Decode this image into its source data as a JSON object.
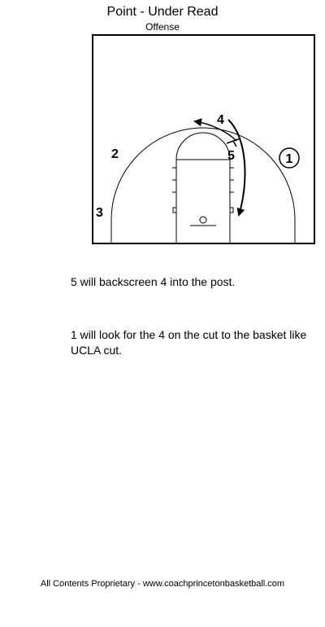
{
  "header": {
    "title": "Point - Under Read",
    "subtitle": "Offense"
  },
  "diagram": {
    "players": {
      "p1": "1",
      "p2": "2",
      "p3": "3",
      "p4": "4",
      "p5": "5"
    }
  },
  "description": {
    "line1": "5 will backscreen 4 into the post.",
    "line2": "1 will look for the 4 on the cut to the basket like UCLA cut."
  },
  "footer": {
    "text": "All Contents Proprietary - www.coachprincetonbasketball.com"
  }
}
